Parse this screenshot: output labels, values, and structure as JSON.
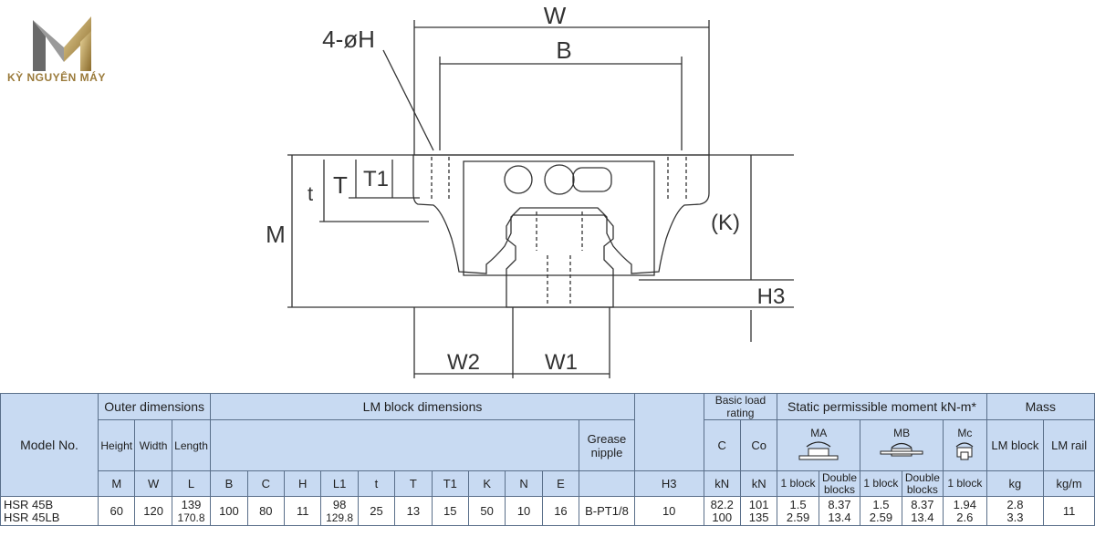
{
  "logo": {
    "brand": "KỲ NGUYÊN MÁY"
  },
  "drawing_labels": {
    "W": "W",
    "B": "B",
    "hole": "4-øH",
    "T": "T",
    "T1": "T1",
    "t": "t",
    "M": "M",
    "K": "(K)",
    "H3": "H3",
    "W2": "W2",
    "W1": "W1"
  },
  "table": {
    "group_headers": {
      "outer": "Outer dimensions",
      "lm_block": "LM block dimensions",
      "basic_load": "Basic load rating",
      "static_moment": "Static permissible moment kN-m*",
      "mass": "Mass"
    },
    "model_header": "Model No.",
    "columns": {
      "height": "Height",
      "width": "Width",
      "length": "Length",
      "grease": "Grease nipple",
      "C": "C",
      "C0": "Co",
      "MA": "MA",
      "MB": "MB",
      "MC": "Mc",
      "lm_block": "LM block",
      "lm_rail": "LM rail"
    },
    "units": {
      "M": "M",
      "W": "W",
      "L": "L",
      "B": "B",
      "C": "C",
      "H": "H",
      "L1": "L1",
      "t": "t",
      "T": "T",
      "T1": "T1",
      "K": "K",
      "N": "N",
      "E": "E",
      "H3": "H3",
      "kN1": "kN",
      "kN2": "kN",
      "kg": "kg",
      "kgm": "kg/m"
    },
    "moment_sub": {
      "ma_1": "1 block",
      "ma_2": "Double blocks",
      "mb_1": "1 block",
      "mb_2": "Double blocks",
      "mc_1": "1 block"
    },
    "row": {
      "models": [
        "HSR 45B",
        "HSR 45LB"
      ],
      "M": "60",
      "W": "120",
      "L": [
        "139",
        "170.8"
      ],
      "B": "100",
      "C": "80",
      "H": "11",
      "L1": [
        "98",
        "129.8"
      ],
      "t": "25",
      "T": "13",
      "T1": "15",
      "K": "50",
      "N": "10",
      "E": "16",
      "grease": "B-PT1/8",
      "H3": "10",
      "C_load": [
        "82.2",
        "100"
      ],
      "C0_load": [
        "101",
        "135"
      ],
      "MA_1": [
        "1.5",
        "2.59"
      ],
      "MA_2": [
        "8.37",
        "13.4"
      ],
      "MB_1": [
        "1.5",
        "2.59"
      ],
      "MB_2": [
        "8.37",
        "13.4"
      ],
      "MC_1": [
        "1.94",
        "2.6"
      ],
      "mass_block": [
        "2.8",
        "3.3"
      ],
      "mass_rail": "11"
    }
  },
  "colors": {
    "header_bg": "#c8daf2",
    "line": "#5a6f8a",
    "logo_gold": "#b8944a"
  }
}
